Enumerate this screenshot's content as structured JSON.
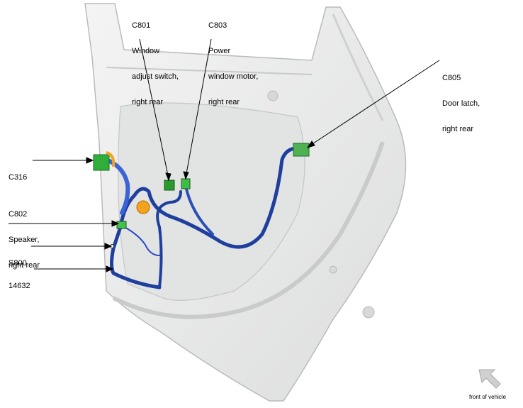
{
  "callouts": {
    "c801": {
      "code": "C801",
      "line1": "Window",
      "line2": "adjust switch,",
      "line3": "right rear"
    },
    "c803": {
      "code": "C803",
      "line1": "Power",
      "line2": "window motor,",
      "line3": "right rear"
    },
    "c805": {
      "code": "C805",
      "line1": "Door latch,",
      "line2": "right rear"
    },
    "c316": {
      "code": "C316"
    },
    "c802": {
      "code": "C802",
      "line1": "Speaker,",
      "line2": "right rear"
    },
    "s800": {
      "code": "S800"
    },
    "h14632": {
      "code": "14632"
    }
  },
  "orientation": {
    "label": "front of vehicle",
    "icon": "arrow-up-left-icon"
  },
  "colors": {
    "panel": "#e9eaea",
    "panel_edge": "#b9bbbc",
    "harness": "#1f3f9e",
    "harness_light": "#3a63d6",
    "connector_green": "#2fae3a",
    "connector_orange": "#f2a31b",
    "arrow_gray": "#c8c8c8"
  }
}
